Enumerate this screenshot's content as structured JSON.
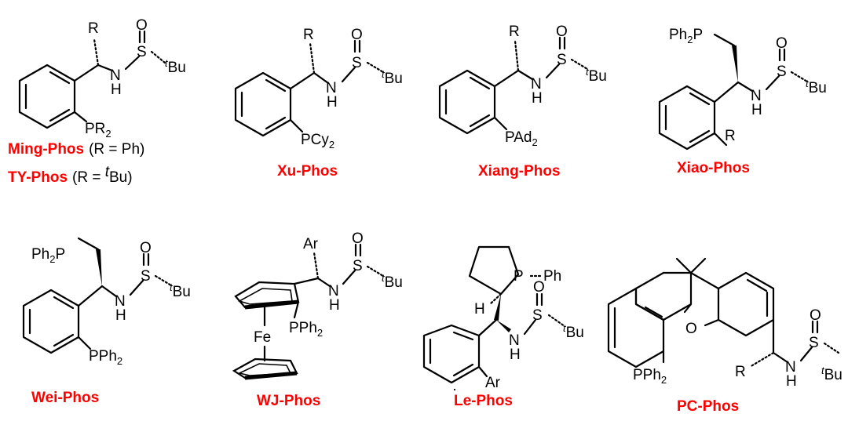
{
  "colors": {
    "name_red": "#ff0000",
    "bond": "#000000"
  },
  "ligands": [
    {
      "id": "ming",
      "name": "Ming-Phos",
      "note": "(R = Ph)",
      "name2": "TY-Phos",
      "note2_pre": "(R = ",
      "note2_sup": "t",
      "note2_post": "Bu)",
      "r": "R",
      "n": "N",
      "h": "H",
      "s": "S",
      "o": "O",
      "tbu_sup": "t",
      "tbu": "Bu",
      "p": "PR",
      "p_sub": "2"
    },
    {
      "id": "xu",
      "name": "Xu-Phos",
      "r": "R",
      "n": "N",
      "h": "H",
      "s": "S",
      "o": "O",
      "tbu_sup": "t",
      "tbu": "Bu",
      "p": "PCy",
      "p_sub": "2"
    },
    {
      "id": "xiang",
      "name": "Xiang-Phos",
      "r": "R",
      "n": "N",
      "h": "H",
      "s": "S",
      "o": "O",
      "tbu_sup": "t",
      "tbu": "Bu",
      "p": "PAd",
      "p_sub": "2"
    },
    {
      "id": "xiao",
      "name": "Xiao-Phos",
      "ph2p": "Ph",
      "ph2p_sub": "2",
      "ph2p_p": "P",
      "r": "R",
      "n": "N",
      "h": "H",
      "s": "S",
      "o": "O",
      "tbu_sup": "t",
      "tbu": "Bu"
    },
    {
      "id": "wei",
      "name": "Wei-Phos",
      "ph2p": "Ph",
      "ph2p_sub": "2",
      "ph2p_p": "P",
      "n": "N",
      "h": "H",
      "s": "S",
      "o": "O",
      "tbu_sup": "t",
      "tbu": "Bu",
      "p": "PPh",
      "p_sub": "2"
    },
    {
      "id": "wj",
      "name": "WJ-Phos",
      "ar": "Ar",
      "fe": "Fe",
      "n": "N",
      "h": "H",
      "s": "S",
      "o": "O",
      "tbu_sup": "t",
      "tbu": "Bu",
      "p": "PPh",
      "p_sub": "2"
    },
    {
      "id": "le",
      "name": "Le-Phos",
      "p": "P",
      "ph": "Ph",
      "hstereo": "H",
      "n": "N",
      "h": "H",
      "s": "S",
      "o": "O",
      "tbu_sup": "t",
      "tbu": "Bu",
      "ar": "Ar"
    },
    {
      "id": "pc",
      "name": "PC-Phos",
      "o_ring": "O",
      "pph": "PPh",
      "pph_sub": "2",
      "r": "R",
      "n": "N",
      "h": "H",
      "s": "S",
      "o": "O",
      "tbu_sup": "t",
      "tbu": "Bu"
    }
  ]
}
